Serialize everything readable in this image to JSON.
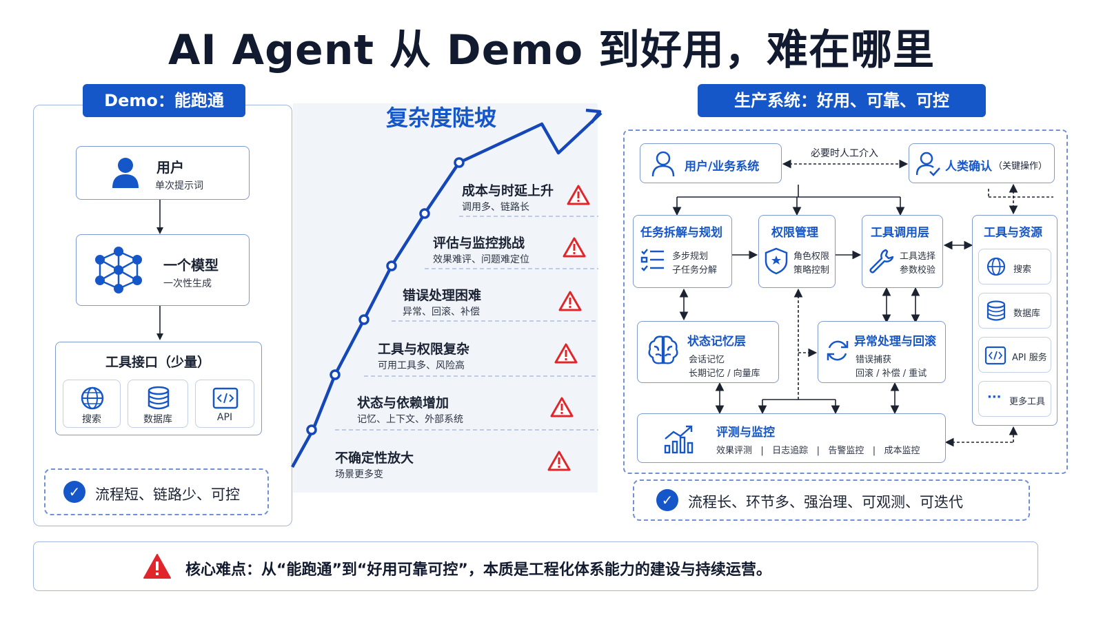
{
  "title": "AI Agent 从 Demo 到好用，难在哪里",
  "demo": {
    "header": "Demo：能跑通",
    "user": {
      "title": "用户",
      "sub": "单次提示词"
    },
    "model": {
      "title": "一个模型",
      "sub": "一次性生成"
    },
    "tools": {
      "title": "工具接口（少量）",
      "items": [
        "搜索",
        "数据库",
        "API"
      ]
    },
    "summary": "流程短、链路少、可控"
  },
  "slope": {
    "title": "复杂度陡坡",
    "rows": [
      {
        "label": "成本与时延上升",
        "sub": "调用多、链路长"
      },
      {
        "label": "评估与监控挑战",
        "sub": "效果难评、问题难定位"
      },
      {
        "label": "错误处理困难",
        "sub": "异常、回滚、补偿"
      },
      {
        "label": "工具与权限复杂",
        "sub": "可用工具多、风险高"
      },
      {
        "label": "状态与依赖增加",
        "sub": "记忆、上下文、外部系统"
      },
      {
        "label": "不确定性放大",
        "sub": "场景更多变"
      }
    ]
  },
  "production": {
    "header": "生产系统：好用、可靠、可控",
    "user": "用户/业务系统",
    "human_intervene": "必要时人工介入",
    "human_confirm": "人类确认",
    "human_confirm_note": "（关键操作）",
    "task": {
      "title": "任务拆解与规划",
      "lines": [
        "多步规划",
        "子任务分解"
      ]
    },
    "perm": {
      "title": "权限管理",
      "lines": [
        "角色权限",
        "策略控制"
      ]
    },
    "toolcall": {
      "title": "工具调用层",
      "lines": [
        "工具选择",
        "参数校验"
      ]
    },
    "resources": {
      "title": "工具与资源",
      "items": [
        "搜索",
        "数据库",
        "API 服务",
        "更多工具"
      ],
      "more_glyph": "···"
    },
    "memory": {
      "title": "状态记忆层",
      "lines": [
        "会话记忆",
        "长期记忆 / 向量库"
      ]
    },
    "exception": {
      "title": "异常处理与回滚",
      "lines": [
        "错误捕获",
        "回滚 / 补偿 / 重试"
      ]
    },
    "monitor": {
      "title": "评测与监控",
      "line": "效果评测   |   日志追踪   |   告警监控   |   成本监控"
    },
    "summary": "流程长、环节多、强治理、可观测、可迭代"
  },
  "core": "核心难点：从“能跑通”到“好用可靠可控”，本质是工程化体系能力的建设与持续运营。",
  "colors": {
    "primary": "#1556c9",
    "warning": "#e0262a",
    "border": "#7d9ad0"
  }
}
